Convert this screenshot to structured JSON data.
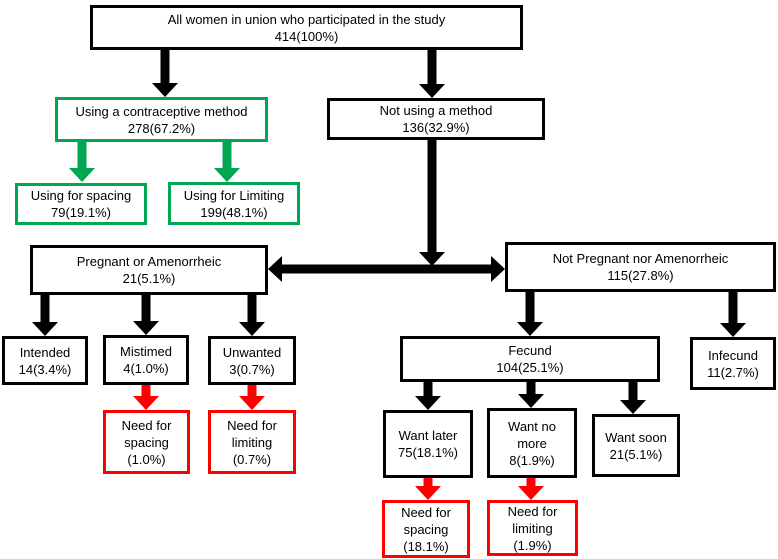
{
  "title": "Contraceptive use and unmet need flowchart",
  "colors": {
    "black": "#000000",
    "green": "#00a651",
    "red": "#ff0000"
  },
  "nodes": {
    "total": {
      "label": "All women in union who participated in the study",
      "value": "414(100%)"
    },
    "using": {
      "label": "Using a contraceptive method",
      "value": "278(67.2%)"
    },
    "not_using": {
      "label": "Not using a method",
      "value": "136(32.9%)"
    },
    "using_spacing": {
      "label": "Using for spacing",
      "value": "79(19.1%)"
    },
    "using_limiting": {
      "label": "Using for Limiting",
      "value": "199(48.1%)"
    },
    "pregnant": {
      "label": "Pregnant or Amenorrheic",
      "value": "21(5.1%)"
    },
    "not_pregnant": {
      "label": "Not Pregnant nor Amenorrheic",
      "value": "115(27.8%)"
    },
    "intended": {
      "label": "Intended",
      "value": "14(3.4%)"
    },
    "mistimed": {
      "label": "Mistimed",
      "value": "4(1.0%)"
    },
    "unwanted": {
      "label": "Unwanted",
      "value": "3(0.7%)"
    },
    "need_spacing_1": {
      "label": "Need for spacing",
      "value": "(1.0%)"
    },
    "need_limiting_1": {
      "label": "Need for limiting",
      "value": "(0.7%)"
    },
    "fecund": {
      "label": "Fecund",
      "value": "104(25.1%)"
    },
    "infecund": {
      "label": "Infecund",
      "value": "11(2.7%)"
    },
    "want_later": {
      "label": "Want later",
      "value": "75(18.1%)"
    },
    "want_no_more": {
      "label": "Want no more",
      "value": "8(1.9%)"
    },
    "want_soon": {
      "label": "Want soon",
      "value": "21(5.1%)"
    },
    "need_spacing_2": {
      "label": "Need for spacing",
      "value": "(18.1%)"
    },
    "need_limiting_2": {
      "label": "Need for limiting",
      "value": "(1.9%)"
    }
  }
}
